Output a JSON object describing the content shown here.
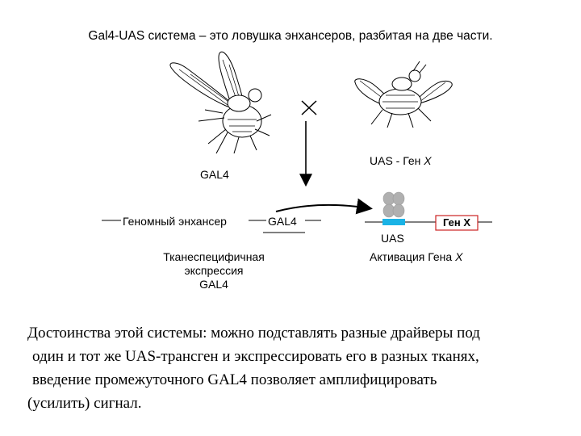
{
  "title": "Gal4-UAS система – это ловушка энхансеров, разбитая на две части.",
  "left": {
    "fly_label": "GAL4",
    "enhancer_label": "Геномный энхансер",
    "gal4_label": "GAL4",
    "expression_lines": [
      "Тканеспецифичная",
      "экспрессия",
      "GAL4"
    ]
  },
  "cross_symbol": "×",
  "right": {
    "fly_label_prefix": "UAS - Ген ",
    "fly_label_gene": "X",
    "uas_label": "UAS",
    "gene_box_label": "Ген Х",
    "activation_prefix": "Активация Гена ",
    "activation_gene": "X"
  },
  "paragraph_lines": [
    "Достоинства этой системы: можно подставлять разные драйверы под",
    "один и тот же UAS-трансген и экспрессировать его в разных тканях,",
    "введение промежуточного GAL4 позволяет амплифицировать",
    "(усилить) сигнал."
  ],
  "colors": {
    "uas_box": "#1ab3e6",
    "gene_box_border": "#cc2222",
    "protein_blob": "#b0b0b0"
  }
}
